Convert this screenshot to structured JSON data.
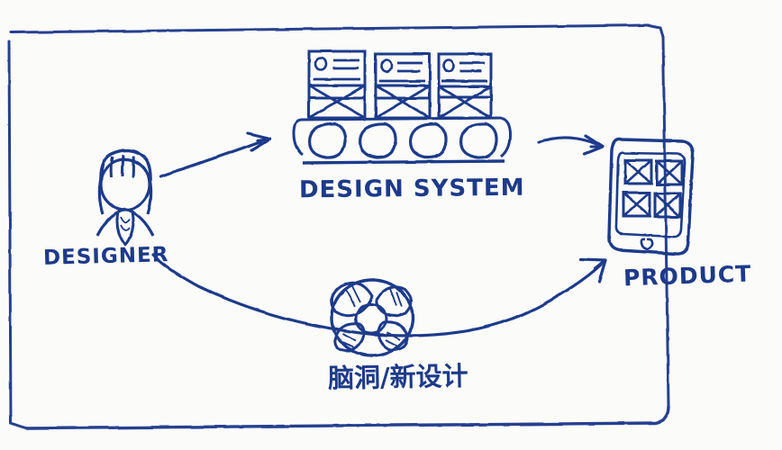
{
  "diagram": {
    "title": "Designer to Product via Design System",
    "style": "hand-drawn blue ink sketch on paper",
    "ink_color": "#1d3a8a",
    "paper_color": "#fbfbf9",
    "frame": {
      "name": "hand-drawn-border",
      "present": true
    },
    "nodes": [
      {
        "id": "designer",
        "label": "DESIGNER",
        "icon": "person-figure-icon",
        "description": "stick figure person with bangs and a tie"
      },
      {
        "id": "design-system",
        "label": "DESIGN SYSTEM",
        "icon": "component-library-icon",
        "description": "three wireframe cards above a rounded tray holding four circles"
      },
      {
        "id": "product",
        "label": "PRODUCT",
        "icon": "mobile-phone-icon",
        "description": "phone with a 2 by 2 grid of wireframe cards and a home button"
      },
      {
        "id": "idea",
        "label": "脑洞/新设计",
        "icon": "pinwheel-idea-icon",
        "description": "circular pinwheel of curved petals"
      }
    ],
    "arrows": [
      {
        "id": "designer-to-system",
        "from": "designer",
        "to": "design-system",
        "shape": "curved-up-right"
      },
      {
        "id": "system-to-product",
        "from": "design-system",
        "to": "product",
        "shape": "curved-right"
      },
      {
        "id": "designer-to-product",
        "from": "designer",
        "to": "product",
        "shape": "long-curve-through-idea"
      }
    ],
    "cards_top": [
      {
        "id": "card-1",
        "avatar": "circle",
        "text_lines": 3,
        "image_placeholder": "x-crossed-box"
      },
      {
        "id": "card-2",
        "avatar": "circle",
        "text_lines": 3,
        "image_placeholder": "x-crossed-box"
      },
      {
        "id": "card-3",
        "avatar": "circle",
        "text_lines": 3,
        "image_placeholder": "x-crossed-box"
      }
    ],
    "tray_circles": 4,
    "phone_cards": 4
  },
  "labels": {
    "designer": "DESIGNER",
    "design_system": "DESIGN SYSTEM",
    "product": "PRODUCT",
    "idea": "脑洞/新设计"
  }
}
